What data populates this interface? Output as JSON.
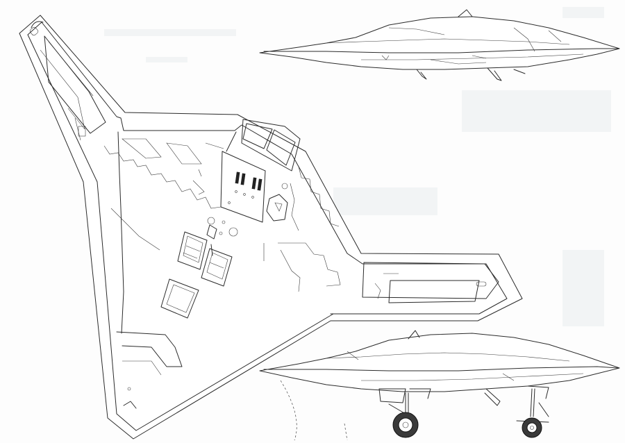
{
  "sheet": {
    "background": "#fdfdfd",
    "line_color": "#2a2a2a"
  },
  "views": [
    {
      "name": "top-view"
    },
    {
      "name": "side-view-gear-retracted"
    },
    {
      "name": "side-view-gear-extended"
    }
  ]
}
